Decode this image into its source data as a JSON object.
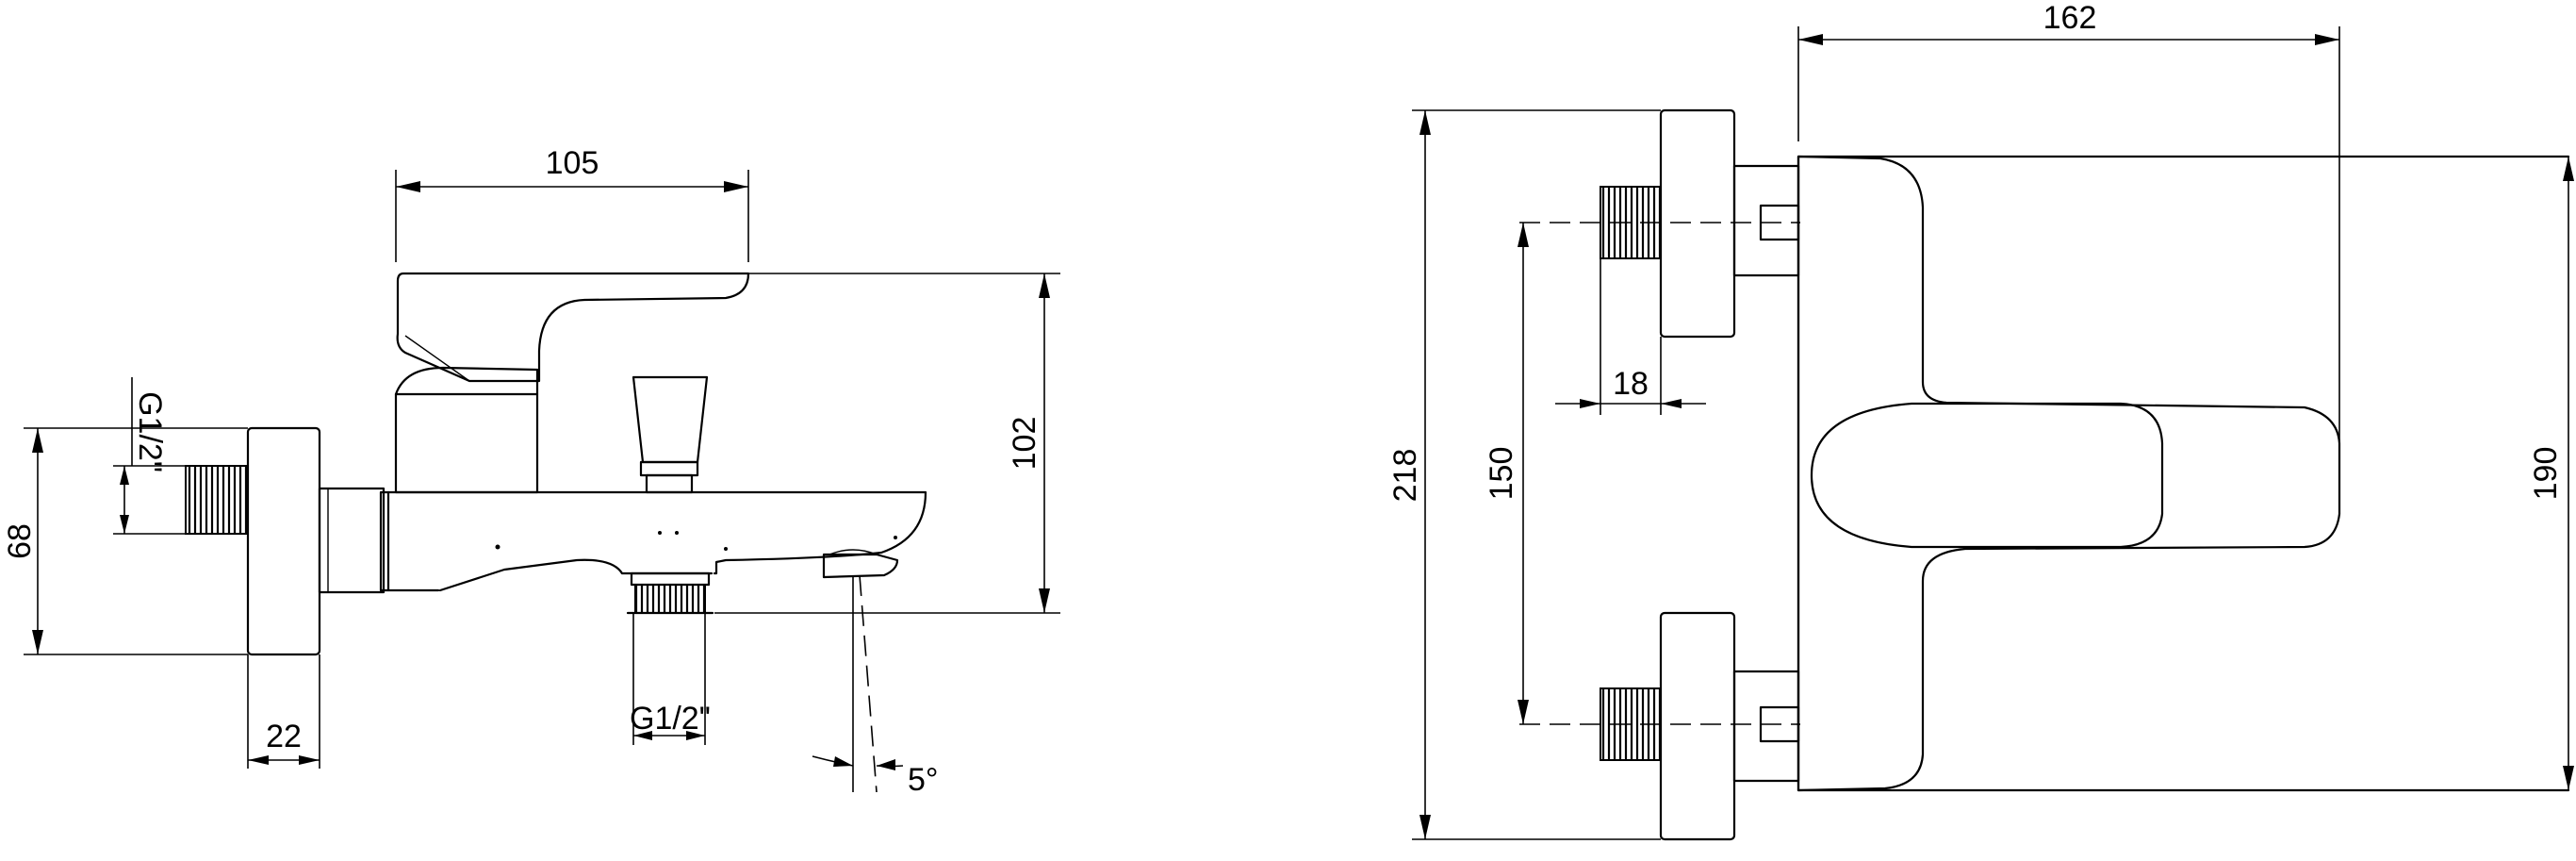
{
  "side_view": {
    "dims": {
      "width_top": "105",
      "height": "102",
      "body_height": "68",
      "wall_depth": "22",
      "angle": "5°"
    },
    "thread_inlet": "G1/2\"",
    "thread_outlet": "G1/2\""
  },
  "top_view": {
    "dims": {
      "width_top": "162",
      "overall_height": "218",
      "center_distance": "150",
      "thread_length": "18",
      "body_height": "190"
    }
  }
}
